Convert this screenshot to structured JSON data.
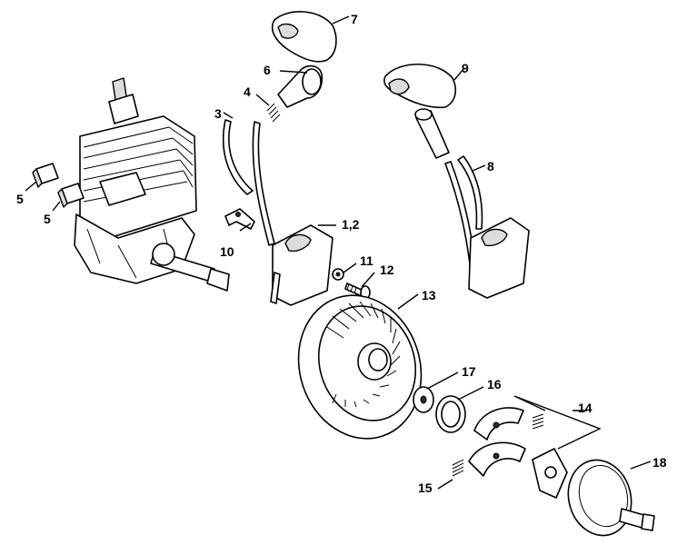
{
  "labels": {
    "p1_2": "1,2",
    "p3": "3",
    "p4": "4",
    "p5a": "5",
    "p5b": "5",
    "p6": "6",
    "p7": "7",
    "p8": "8",
    "p9": "9",
    "p10": "10",
    "p11": "11",
    "p12": "12",
    "p13": "13",
    "p14": "14",
    "p15": "15",
    "p16": "16",
    "p17": "17",
    "p18": "18"
  }
}
